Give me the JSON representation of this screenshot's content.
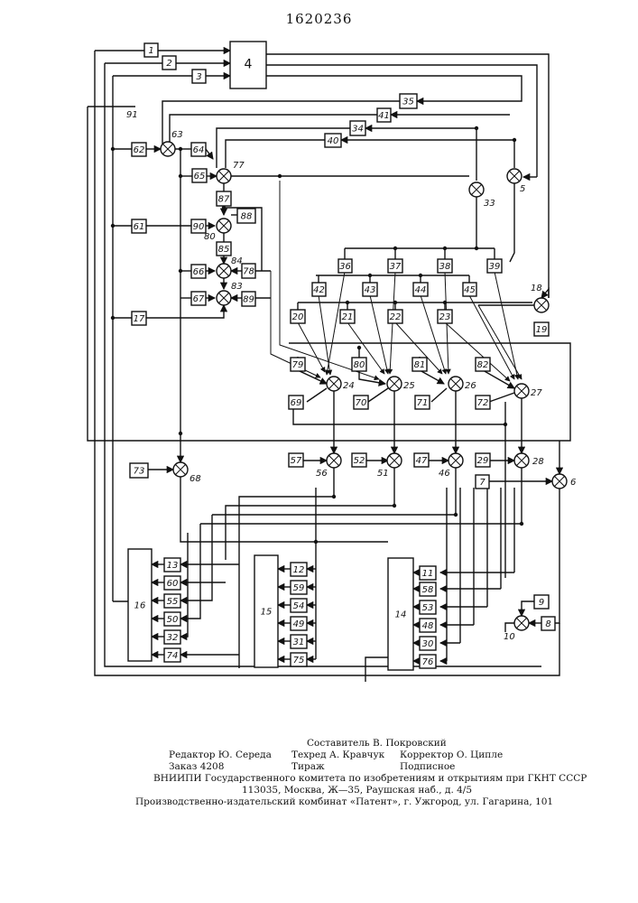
{
  "document": {
    "patent_number": "1620236"
  },
  "diagram": {
    "blocks": {
      "b1": "1",
      "b2": "2",
      "b3": "3",
      "b4": "4",
      "b35": "35",
      "b41": "41",
      "b34": "34",
      "b40": "40",
      "b62": "62",
      "b64": "64",
      "b65": "65",
      "b87": "87",
      "b88": "88",
      "b61": "61",
      "b90": "90",
      "b85": "85",
      "b66": "66",
      "b67": "67",
      "b78": "78",
      "b89": "89",
      "b17": "17",
      "b36": "36",
      "b37": "37",
      "b38": "38",
      "b39": "39",
      "b42": "42",
      "b43": "43",
      "b44": "44",
      "b45": "45",
      "b20": "20",
      "b21": "21",
      "b22": "22",
      "b23": "23",
      "b19": "19",
      "b79": "79",
      "b80": "80",
      "b81": "81",
      "b82": "82",
      "b69": "69",
      "b70": "70",
      "b71": "71",
      "b72": "72",
      "b57": "57",
      "b52": "52",
      "b47": "47",
      "b29": "29",
      "b7": "7",
      "b73": "73",
      "b16": "16",
      "b15": "15",
      "b14": "14",
      "b13": "13",
      "b60": "60",
      "b55": "55",
      "b50": "50",
      "b32": "32",
      "b74": "74",
      "b12": "12",
      "b59": "59",
      "b54": "54",
      "b49": "49",
      "b31": "31",
      "b75": "75",
      "b11": "11",
      "b58": "58",
      "b53": "53",
      "b48": "48",
      "b30": "30",
      "b76": "76",
      "b9": "9",
      "b8": "8"
    },
    "nodes": {
      "n63": "63",
      "n77": "77",
      "n33": "33",
      "n5": "5",
      "n80": "80",
      "n84": "84",
      "n83": "83",
      "n18": "18",
      "n24": "24",
      "n25": "25",
      "n26": "26",
      "n27": "27",
      "n56": "56",
      "n51": "51",
      "n46": "46",
      "n28": "28",
      "n6": "6",
      "n68": "68",
      "n10": "10"
    },
    "line_label_91": "91"
  },
  "footer": {
    "compiler": "Составитель В. Покровский",
    "editor": "Редактор Ю. Середа",
    "techred": "Техред А. Кравчук",
    "corrector": "Корректор О. Ципле",
    "order": "Заказ 4208",
    "tirazh": "Тираж",
    "podpisnoe": "Подписное",
    "vniipi": "ВНИИПИ Государственного комитета по изобретениям и открытиям при ГКНТ СССР",
    "address": "113035, Москва, Ж—35, Раушская наб., д. 4/5",
    "plant": "Производственно-издательский комбинат «Патент», г. Ужгород, ул. Гагарина, 101"
  }
}
